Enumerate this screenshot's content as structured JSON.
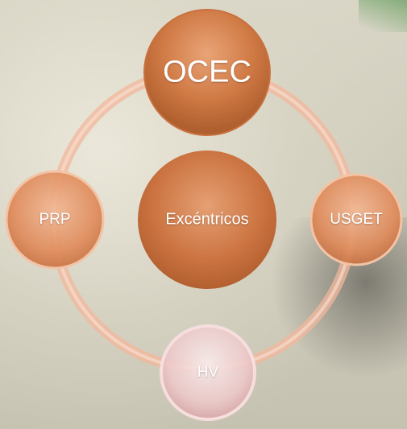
{
  "nodes": {
    "top": "OCEC",
    "center": "Excéntricos",
    "left": "PRP",
    "right": "USGET",
    "bottom": "HV"
  },
  "colors": {
    "node_fill": "#d98452",
    "node_dark": "#b8622f",
    "ring": "#f0b59a",
    "bottom_node": "#f3dcdc"
  }
}
